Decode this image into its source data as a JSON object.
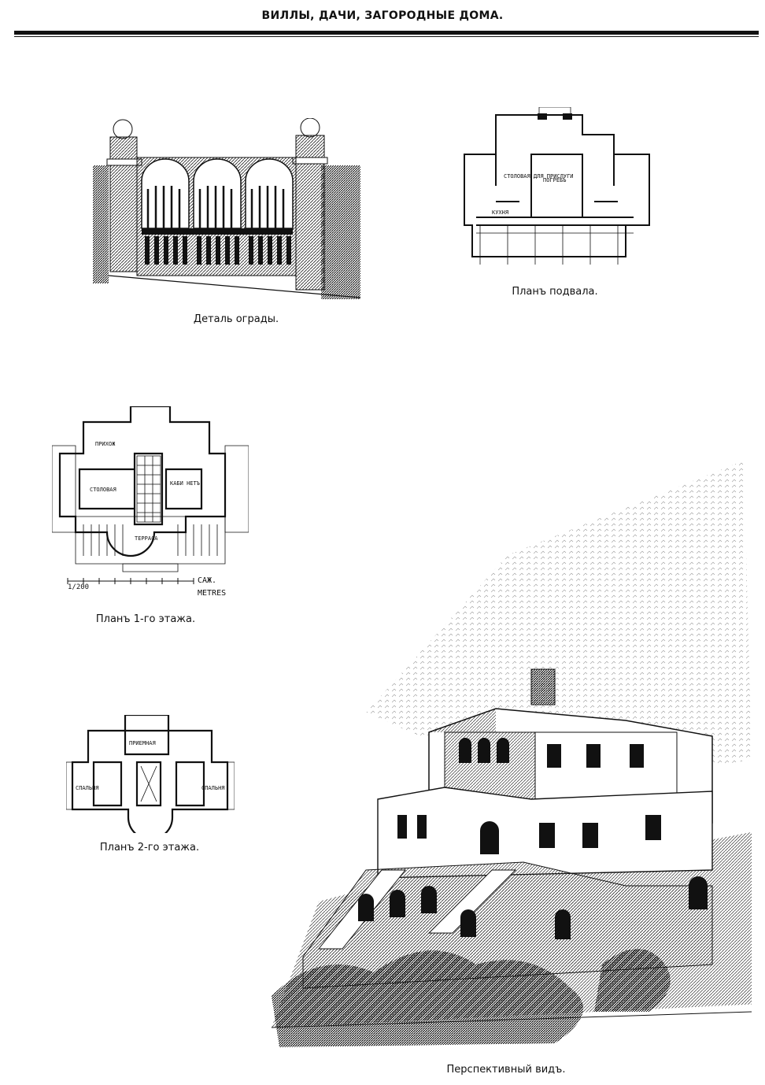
{
  "header": {
    "title": "ВИЛЛЫ, ДАЧИ, ЗАГОРОДНЫЕ ДОМА."
  },
  "figures": {
    "fence": {
      "caption": "Деталь ограды."
    },
    "basement": {
      "caption": "Планъ подвала.",
      "labels": [
        "СТОЛОВАЯ ДЛЯ ПРИСЛУГИ",
        "ПОГРЕБЪ",
        "КУХНЯ"
      ]
    },
    "floor1": {
      "caption": "Планъ 1-го этажа.",
      "labels": [
        "СТОЛОВАЯ",
        "КАБИ НЕТЪ",
        "ТЕРРАСА",
        "ПРИХОЖ"
      ],
      "scale": {
        "left": "1/200",
        "right_top": "САЖ.",
        "right_bottom": "METRES"
      }
    },
    "floor2": {
      "caption": "Планъ 2-го этажа.",
      "labels": [
        "ПРИЕМНАЯ",
        "СПАЛЬНЯ",
        "СПАЛЬНЯ"
      ]
    },
    "perspective": {
      "caption": "Перспективный видъ."
    }
  }
}
